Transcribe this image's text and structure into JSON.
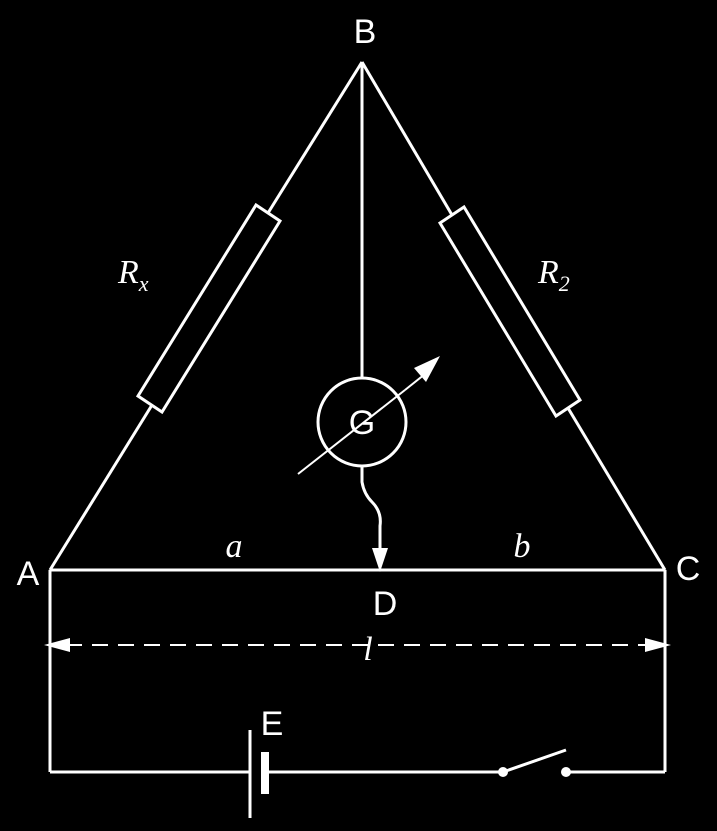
{
  "diagram": {
    "nodes": {
      "a_label": "A",
      "b_label": "B",
      "c_label": "C",
      "d_label": "D"
    },
    "components": {
      "rx": {
        "main": "R",
        "sub": "x"
      },
      "r2": {
        "main": "R",
        "sub": "2"
      },
      "galvanometer": "G",
      "battery": "E"
    },
    "segments": {
      "left": "a",
      "right": "b",
      "length": "l"
    },
    "colors": {
      "background": "#000000",
      "foreground": "#ffffff"
    }
  }
}
